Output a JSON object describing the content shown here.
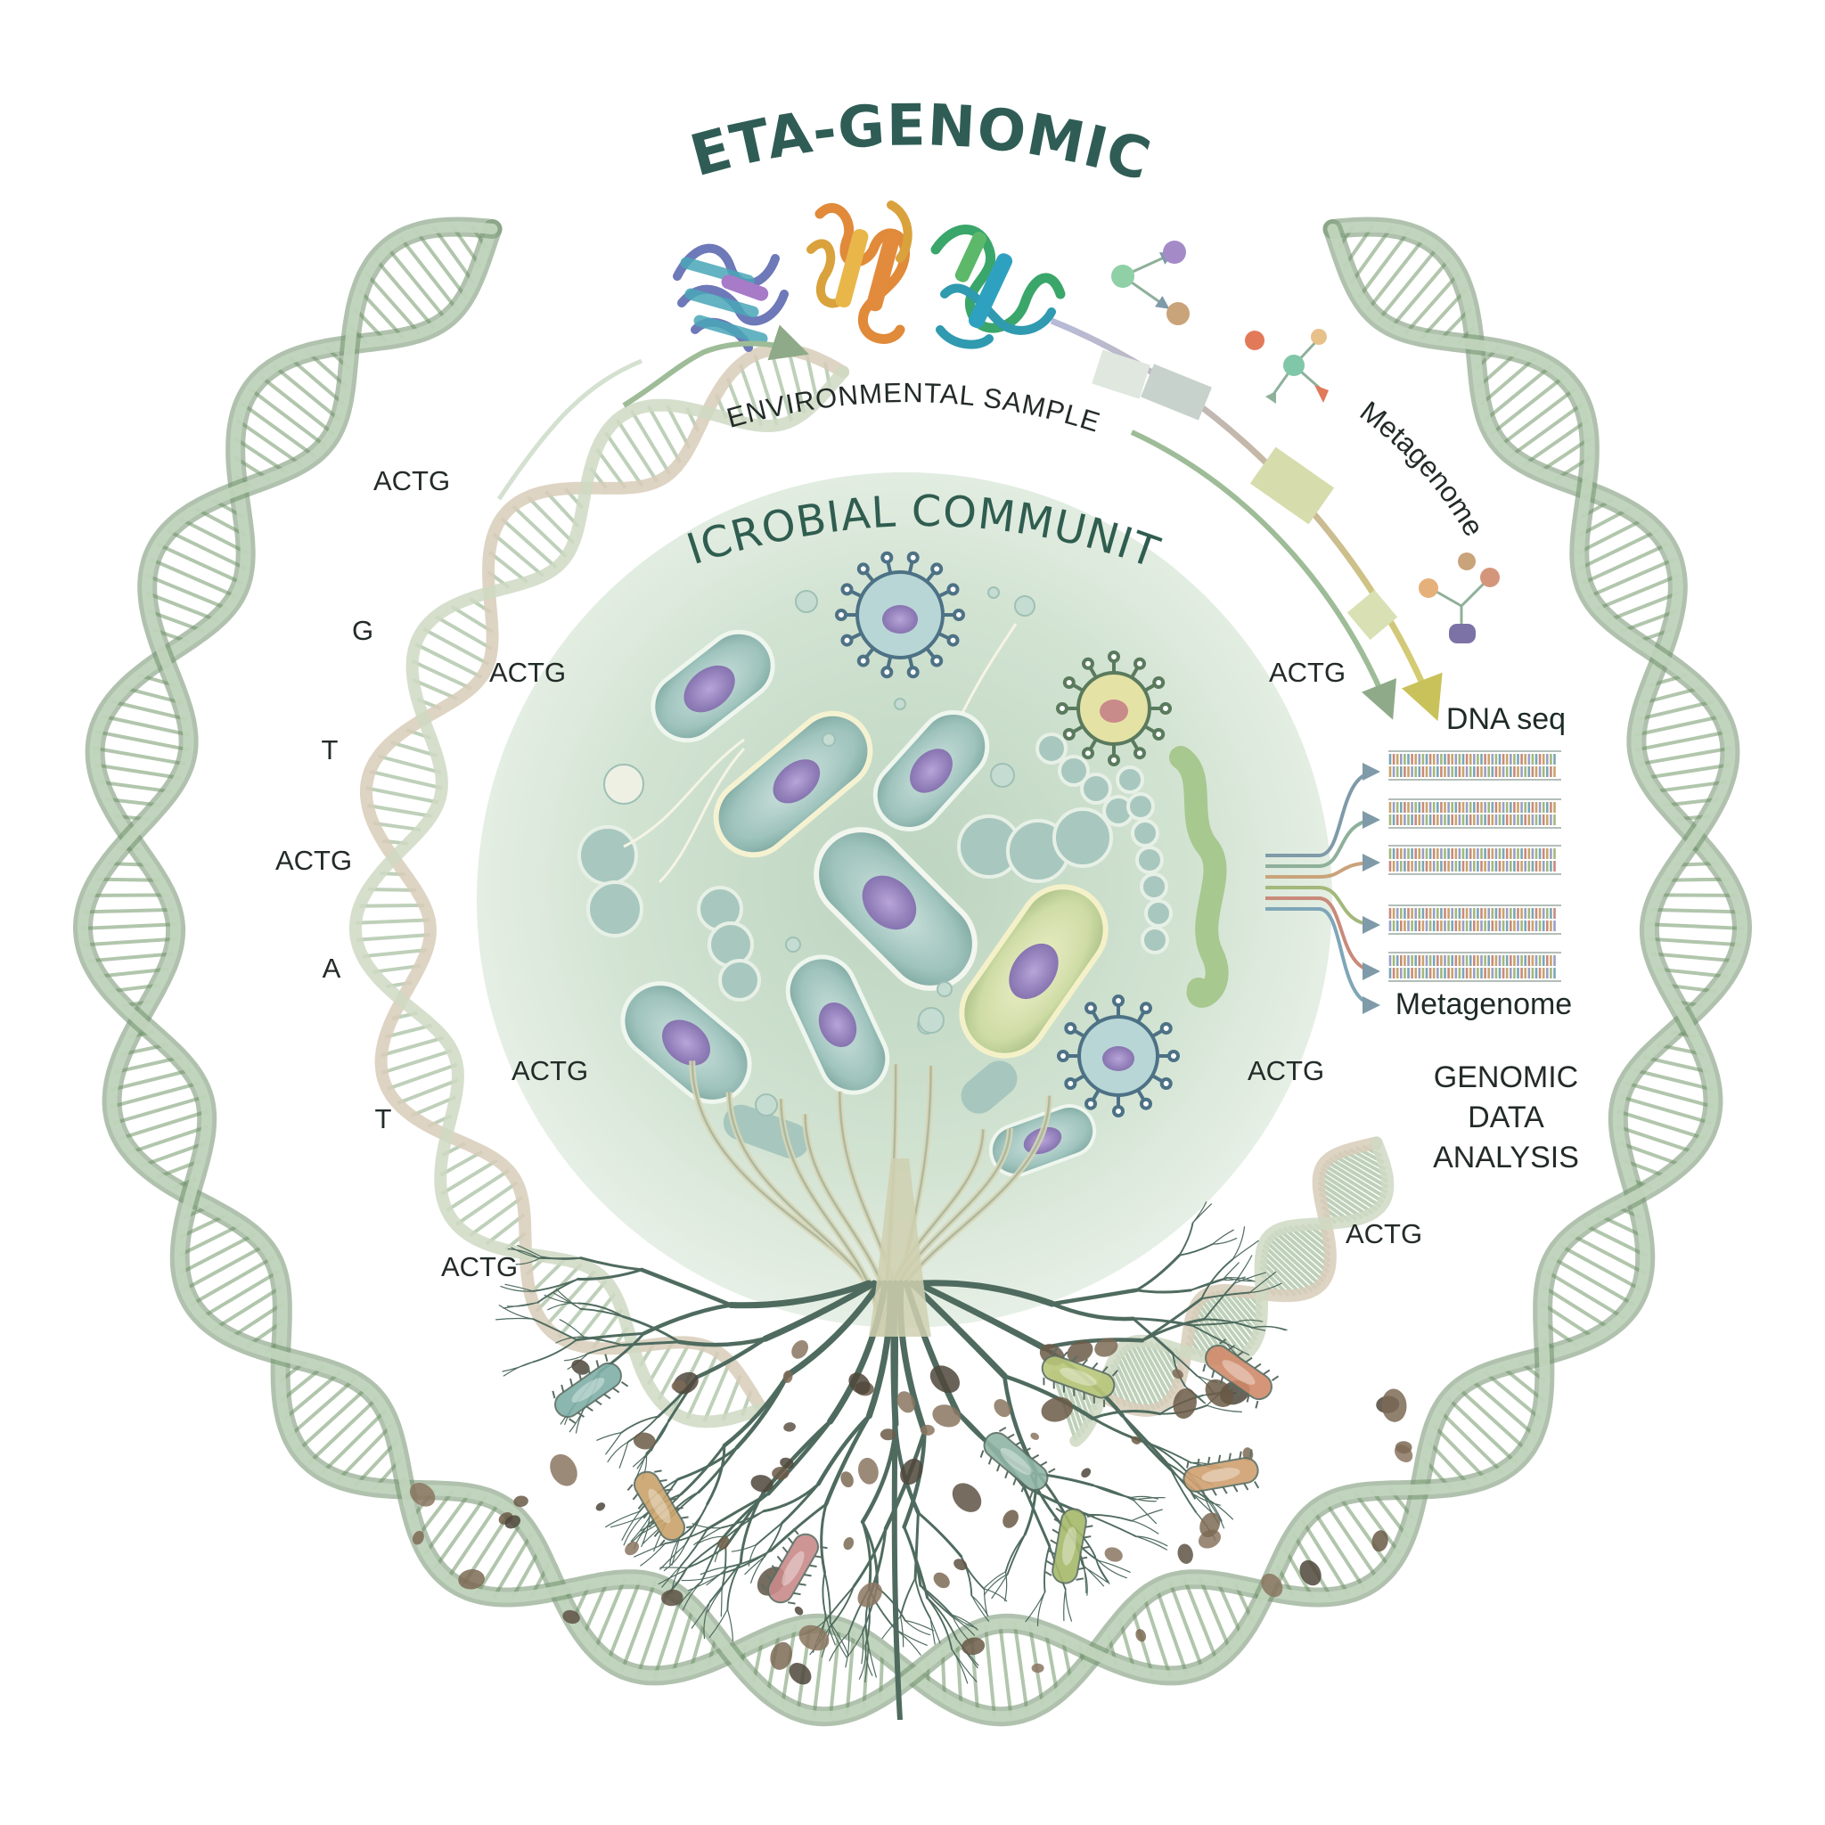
{
  "title": "META-GENOMICS",
  "community_label": "MICROBIAL COMMUNITY",
  "environmental_sample_label": "ENVIRONMENTAL SAMPLE",
  "metagenome_arc_label": "Metagenome",
  "dna_seq_label": "DNA seq",
  "metagenome_output_label": "Metagenome",
  "analysis_label": [
    "GENOMIC",
    "DATA",
    "ANALYSIS"
  ],
  "base_labels": {
    "left_actg_1": "ACTG",
    "left_g": "G",
    "left_actg_2": "ACTG",
    "left_t_1": "T",
    "left_actg_3": "ACTG",
    "left_a": "A",
    "left_actg_4": "ACTG",
    "left_t_2": "T",
    "left_actg_5": "ACTG",
    "right_actg_1": "ACTG",
    "right_actg_2": "ACTG",
    "right_actg_3": "ACTG"
  },
  "colors": {
    "helix": "#8aaa86",
    "helix_dark": "#6f8f6c",
    "community_bg": "#c9dcc7",
    "title": "#2f5d56",
    "roots": "#4f6b5f",
    "read_colors": [
      "#7aa6b8",
      "#c8a46a",
      "#a3b87a",
      "#c98a7a",
      "#9a9fc8"
    ]
  },
  "icons": [
    "protein-structure-icon",
    "network-node-icon",
    "bacterium-icon",
    "virus-icon",
    "tree-roots-icon",
    "dna-helix-icon",
    "sequence-read-icon"
  ]
}
